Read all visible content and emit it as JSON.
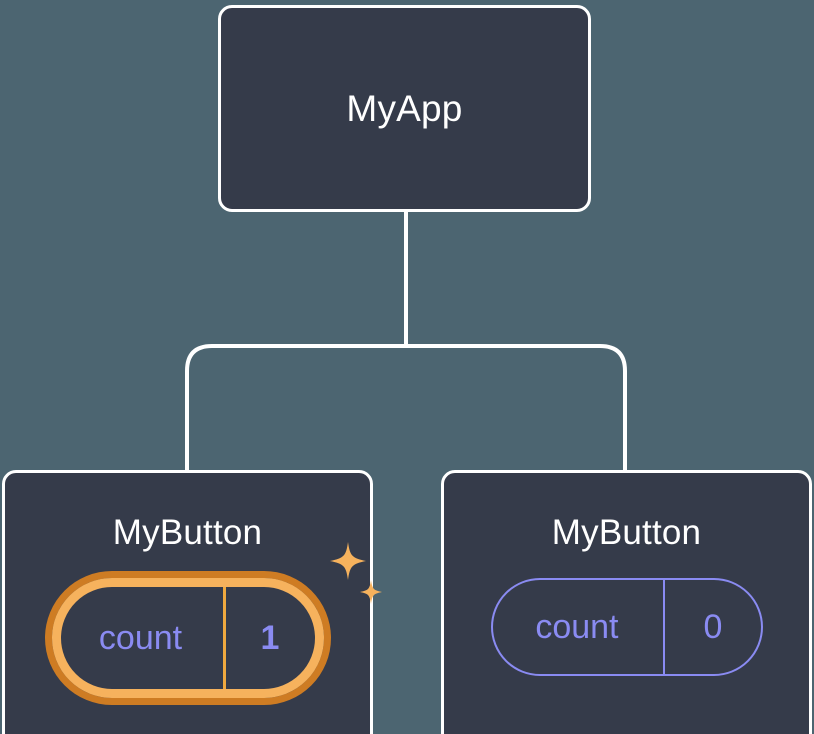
{
  "diagram": {
    "type": "component-tree",
    "background_color": "#4c6571",
    "node_fill": "#353b4a",
    "node_border": "#ffffff",
    "edge_color": "#ffffff",
    "accent_highlight_inner": "#f6b25d",
    "accent_highlight_outer": "#ce7c23",
    "state_text_color": "#8a8bf2"
  },
  "root": {
    "title": "MyApp"
  },
  "children": [
    {
      "title": "MyButton",
      "state": {
        "key": "count",
        "value": "1",
        "highlighted": true,
        "sparkle_icon": "sparkles-icon"
      }
    },
    {
      "title": "MyButton",
      "state": {
        "key": "count",
        "value": "0",
        "highlighted": false
      }
    }
  ]
}
